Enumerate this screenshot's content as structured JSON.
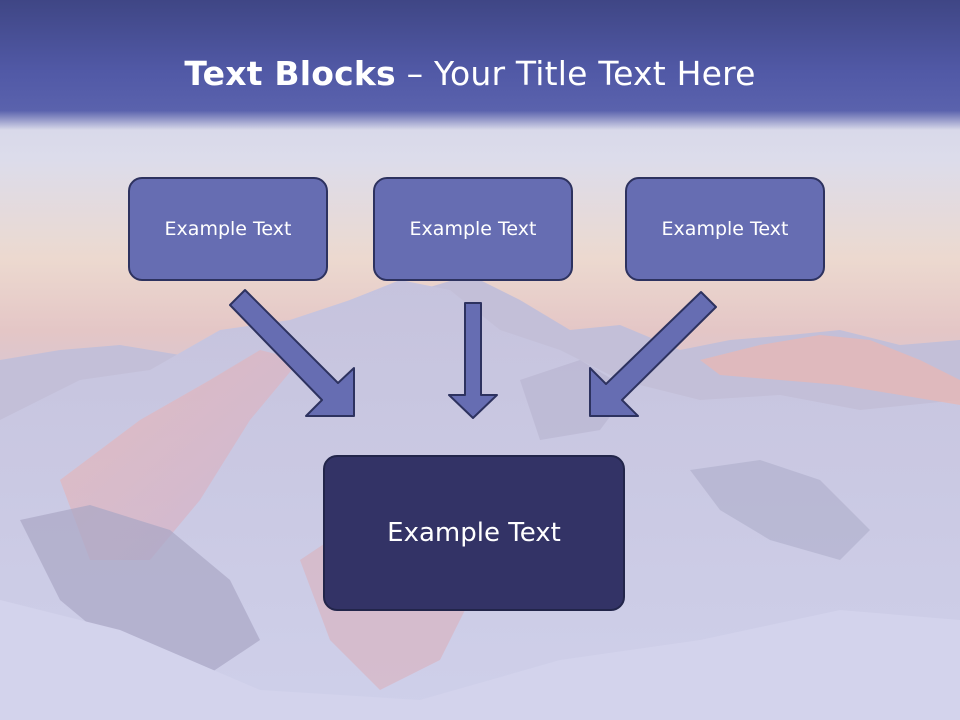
{
  "slide": {
    "title_bold": "Text Blocks",
    "title_dash": "–",
    "title_rest": "Your Title Text Here"
  },
  "boxes": {
    "left": "Example Text",
    "middle": "Example Text",
    "right": "Example Text",
    "bottom": "Example Text"
  },
  "colors": {
    "title_band": "#5159a6",
    "box_fill": "#666db2",
    "box_border": "#2d325f",
    "bottom_box_fill": "#333366",
    "arrow_fill": "#666db2"
  }
}
